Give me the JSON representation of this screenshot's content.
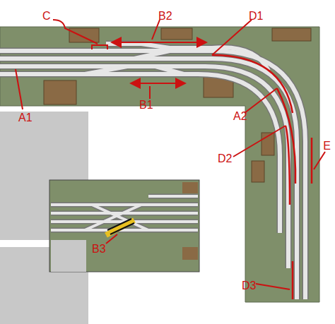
{
  "diagram": {
    "labels": [
      "C",
      "B2",
      "D1",
      "A1",
      "B1",
      "A2",
      "D2",
      "E",
      "B3",
      "D3"
    ]
  }
}
